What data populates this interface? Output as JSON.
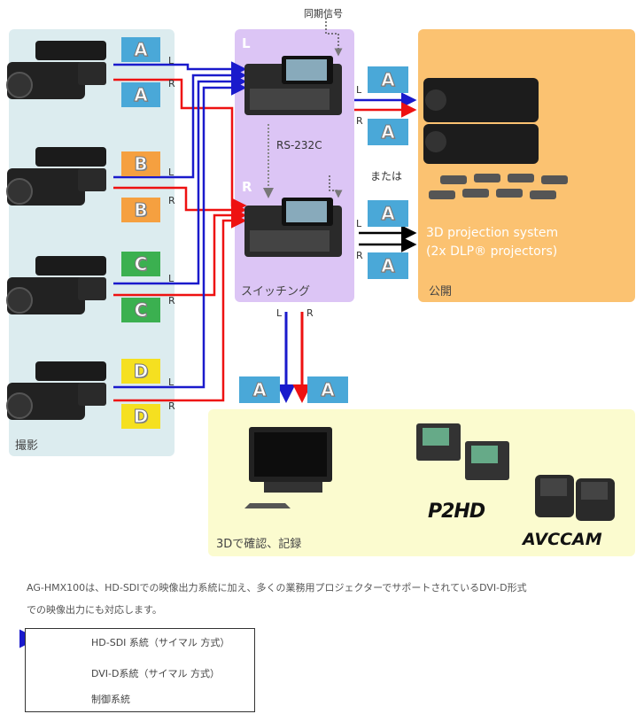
{
  "zones": {
    "capture": "撮影",
    "switching": "スイッチング",
    "public": "公開",
    "confirm_record": "3Dで確認、記録"
  },
  "labels": {
    "sync_signal": "同期信号",
    "rs232c": "RS-232C",
    "switcher_L": "L",
    "switcher_R": "R",
    "or": "または",
    "projection_line1": "3D projection system",
    "projection_line2": "(2x DLP® projectors)",
    "L": "L",
    "R": "R"
  },
  "tiles": {
    "a": "A",
    "b": "B",
    "c": "C",
    "d": "D"
  },
  "brands": {
    "p2hd": "P2HD",
    "avccam": "AVCCAM"
  },
  "note": {
    "line1": "AG-HMX100は、HD-SDIでの映像出力系統に加え、多くの業務用プロジェクターでサポートされているDVI-D形式",
    "line2": "での映像出力にも対応します。"
  },
  "legend": {
    "hdsdi": "HD-SDI 系統（サイマル 方式）",
    "dvid": "DVI-D系統（サイマル 方式）",
    "control": "制御系統"
  },
  "colors": {
    "capture_bg": "#dcecef",
    "switching_bg": "#dcc5f5",
    "public_bg": "#fbc271",
    "confirm_bg": "#fbfbcf",
    "blue_line": "#1a1acc",
    "red_line": "#ee1111"
  }
}
